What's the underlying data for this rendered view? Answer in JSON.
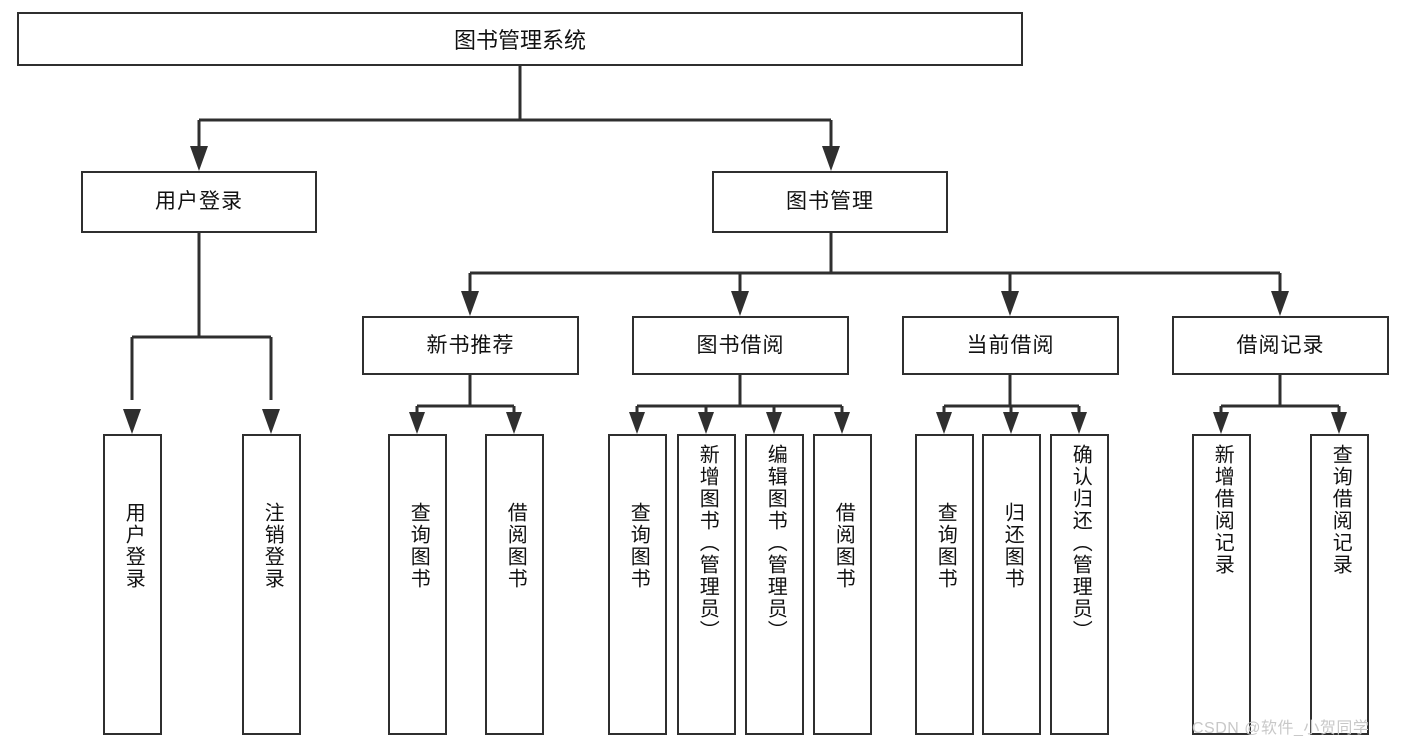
{
  "diagram": {
    "type": "tree",
    "title": "图书管理系统",
    "root": {
      "label": "图书管理系统"
    },
    "level1": [
      {
        "label": "用户登录"
      },
      {
        "label": "图书管理"
      }
    ],
    "level2": [
      {
        "label": "新书推荐"
      },
      {
        "label": "图书借阅"
      },
      {
        "label": "当前借阅"
      },
      {
        "label": "借阅记录"
      }
    ],
    "leaves": {
      "user_login": [
        {
          "label": "用户登录"
        },
        {
          "label": "注销登录"
        }
      ],
      "new_book_recommend": [
        {
          "label": "查询图书"
        },
        {
          "label": "借阅图书"
        }
      ],
      "book_borrow": [
        {
          "label": "查询图书"
        },
        {
          "label": "新增图书（管理员）"
        },
        {
          "label": "编辑图书（管理员）"
        },
        {
          "label": "借阅图书"
        }
      ],
      "current_borrow": [
        {
          "label": "查询图书"
        },
        {
          "label": "归还图书"
        },
        {
          "label": "确认归还（管理员）"
        }
      ],
      "borrow_record": [
        {
          "label": "新增借阅记录"
        },
        {
          "label": "查询借阅记录"
        }
      ]
    }
  },
  "watermark": {
    "text": "CSDN @软件_小贺同学"
  },
  "colors": {
    "border": "#2f2f2f",
    "text": "#111111",
    "background": "#ffffff",
    "watermark": "#c8c8c8"
  }
}
